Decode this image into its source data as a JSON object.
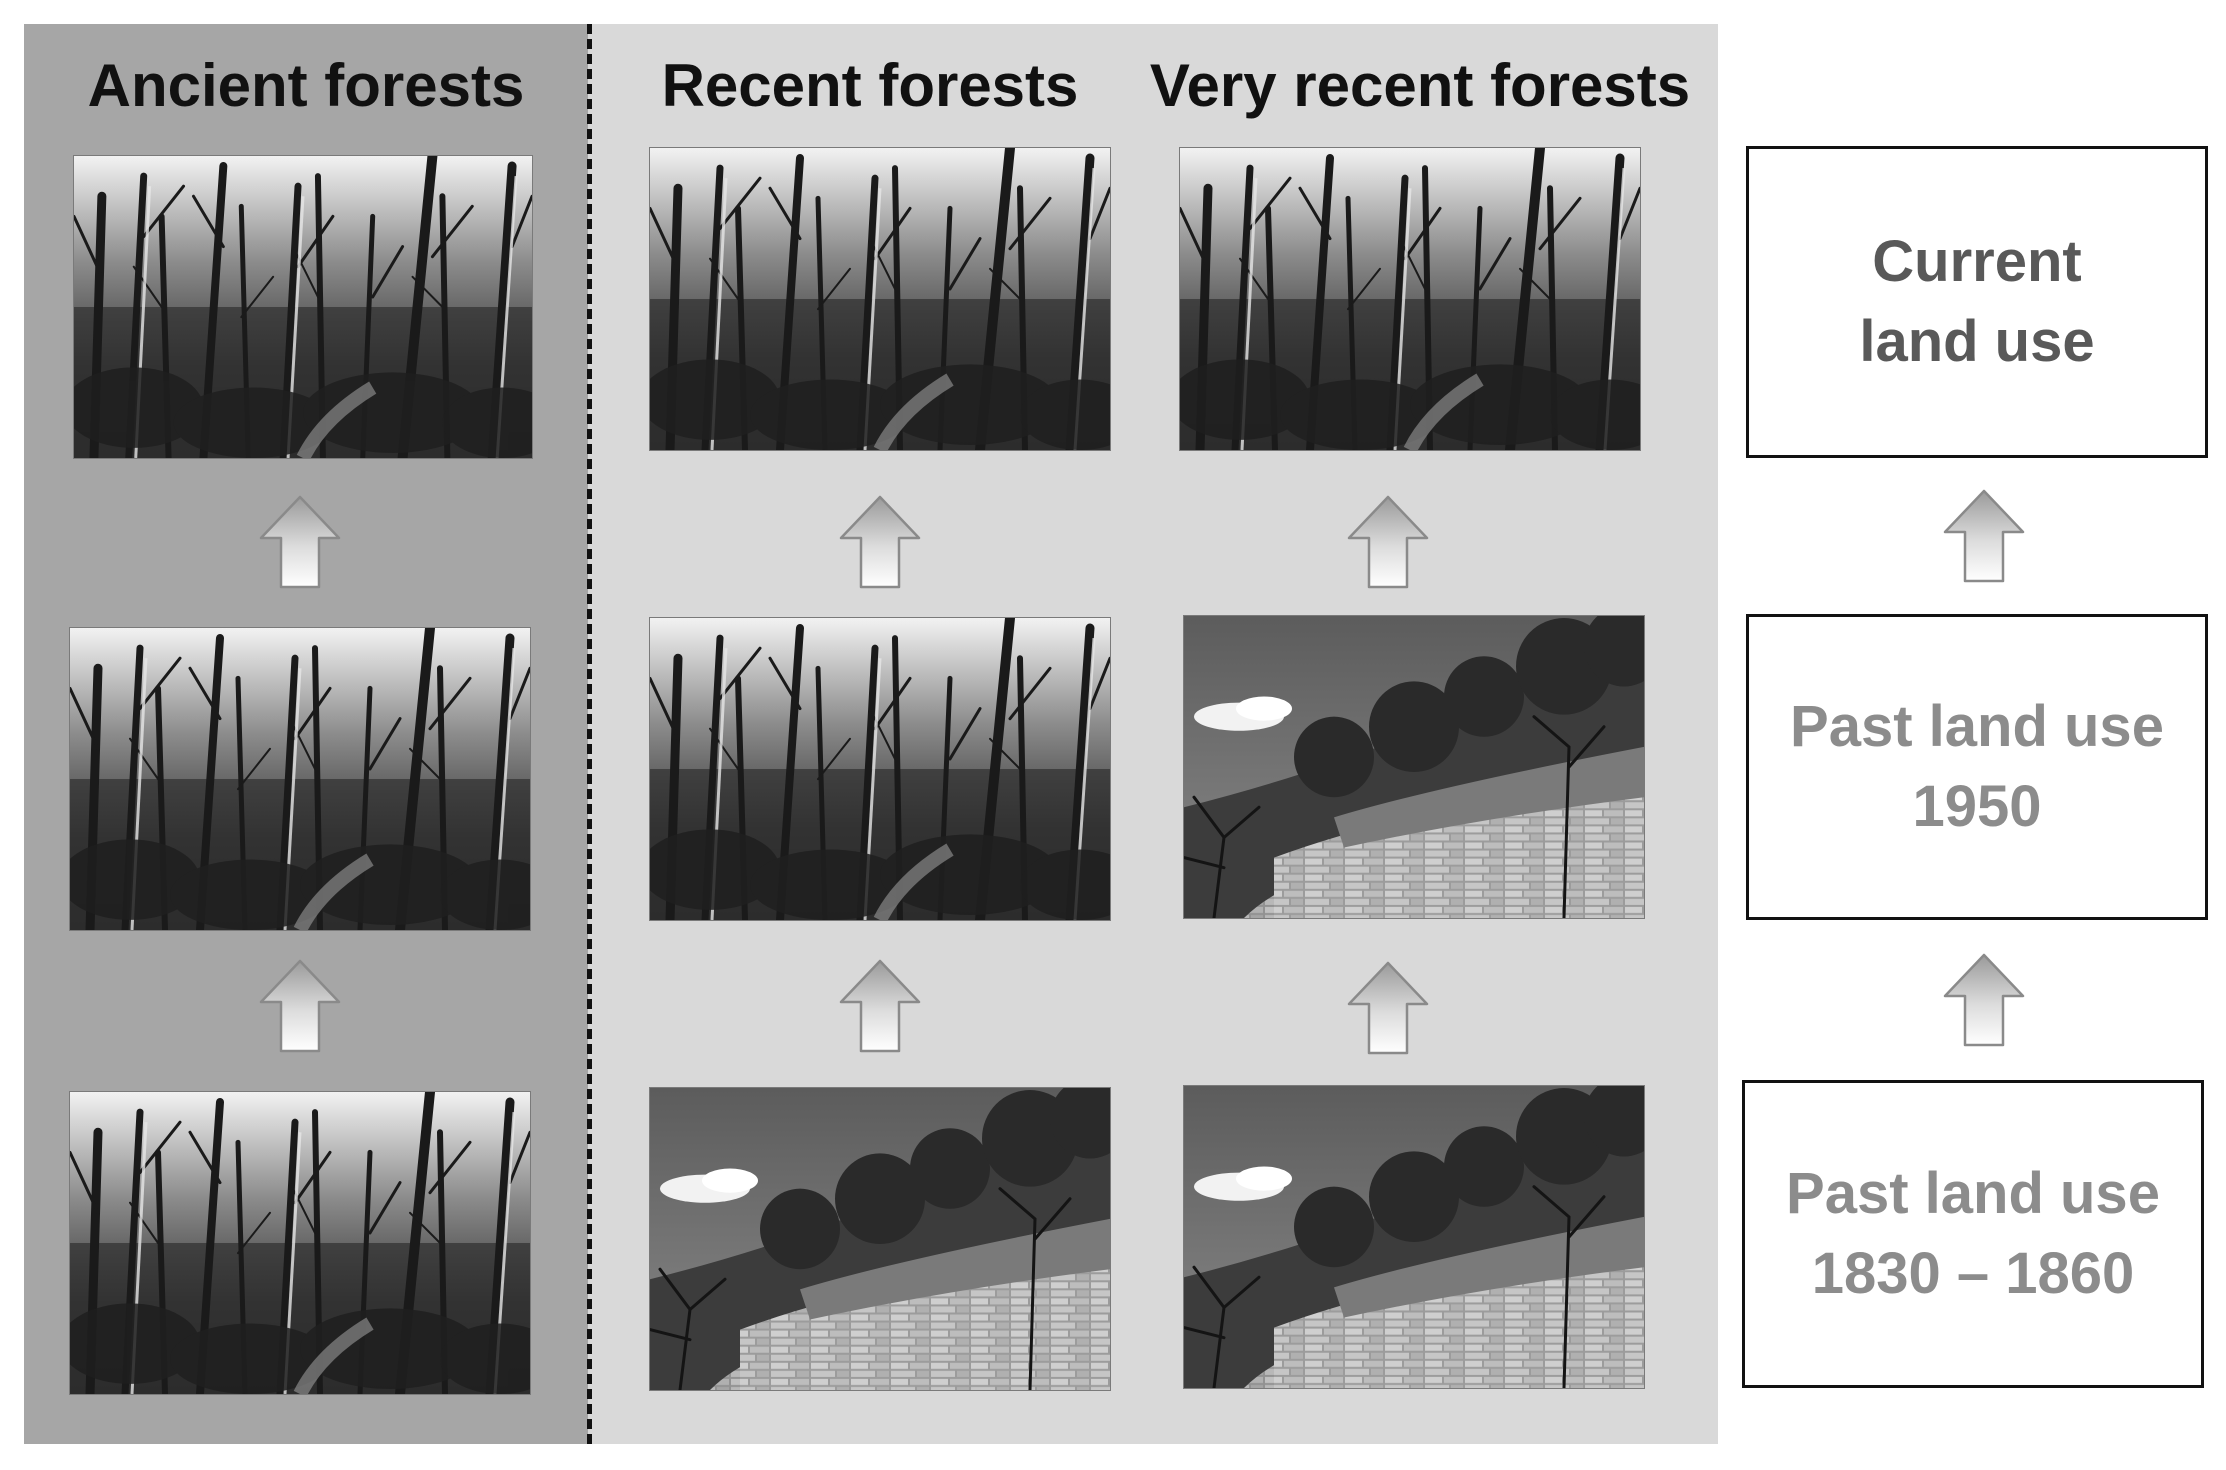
{
  "columns": {
    "ancient": "Ancient forests",
    "recent": "Recent forests",
    "very_recent": "Very recent forests"
  },
  "rows": {
    "current": "Current\nland use",
    "past_1950": "Past land use\n1950",
    "past_1830": "Past land use\n1830 – 1860"
  },
  "photos": {
    "ancient": [
      "forest-photo",
      "forest-photo",
      "forest-photo"
    ],
    "recent": [
      "forest-photo",
      "forest-photo",
      "terraced-field-photo"
    ],
    "very_recent": [
      "forest-photo",
      "terraced-field-photo",
      "terraced-field-photo"
    ]
  },
  "colors": {
    "ancient_panel": "#a6a6a6",
    "recent_panel": "#d9d9d9",
    "current_label": "#595959",
    "past_label": "#8c8c8c"
  },
  "icons": {
    "transition_arrow": "up-arrow-icon"
  }
}
